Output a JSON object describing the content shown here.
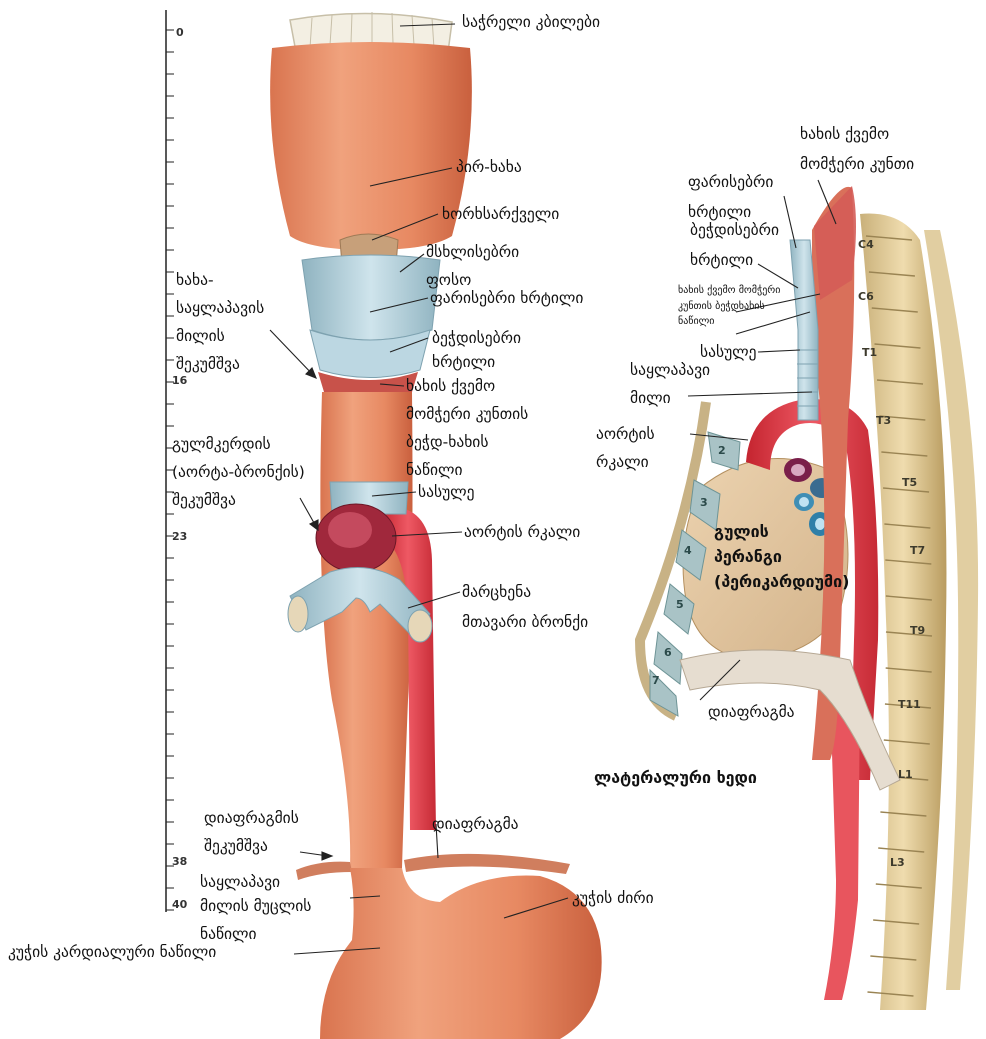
{
  "scale": {
    "ticks": [
      "0",
      "16",
      "23",
      "38",
      "40"
    ]
  },
  "labels": {
    "teeth": "საჭრელი კბილები",
    "pharynx": "პირ-ხახა",
    "epiglottis": "ხორხსარქველი",
    "hyoid_l1": "მსხლისებრი",
    "hyoid_l2": "ფოსო",
    "thyroid_cart": "ფარისებრი ხრტილი",
    "cricoid_l1": "ბეჭდისებრი",
    "cricoid_l2": "ხრტილი",
    "cric_part_l1": "ხახის ქვემო",
    "cric_part_l2": "მომჭერი კუნთის",
    "cric_part_l3": "ბეჭდ-ხახის",
    "cric_part_l4": "ნაწილი",
    "trachea": "სასულე",
    "aortic_arch": "აორტის რკალი",
    "bronchus_l1": "მარცხენა",
    "bronchus_l2": "მთავარი ბრონქი",
    "diaphragm": "დიაფრაგმა",
    "fundus": "კუჭის ძირი",
    "cardia": "კუჭის კარდიალური ნაწილი",
    "musc_l1": "საყლაპავი",
    "musc_l2": "მილის მუცლის",
    "musc_l3": "ნაწილი",
    "dia_constr_l1": "დიაფრაგმის",
    "dia_constr_l2": "შეკუმშვა",
    "phar_constr_l1": "ხახა-",
    "phar_constr_l2": "საყლაპავის",
    "phar_constr_l3": "მილის",
    "phar_constr_l4": "შეკუმშვა",
    "bronch_constr_l1": "გულმკერდის",
    "bronch_constr_l2": "(აორტა-ბრონქის)",
    "bronch_constr_l3": "შეკუმშვა"
  },
  "lateral": {
    "title": "ლატერალური ხედი",
    "lower_constr_l1": "ხახის ქვემო",
    "lower_constr_l2": "მომჭერი კუნთი",
    "thyroid_l1": "ფარისებრი",
    "thyroid_l2": "ხრტილი",
    "cricoid_l1": "ბეჭდისებრი",
    "cricoid_l2": "ხრტილი",
    "small_l1": "ხახის ქვემო მომჭერი",
    "small_l2": "კუნთის ბეჭდხახის",
    "small_l3": "ნაწილი",
    "trachea": "სასულე",
    "esoph_l1": "საყლაპავი",
    "esoph_l2": "მილი",
    "aortic_l1": "აორტის",
    "aortic_l2": "რკალი",
    "pericard_l1": "გულის",
    "pericard_l2": "პერანგი",
    "pericard_l3": "(პერიკარდიუმი)",
    "diaphragm": "დიაფრაგმა",
    "vertebrae": [
      "C4",
      "C6",
      "T1",
      "T3",
      "T5",
      "T7",
      "T9",
      "T11",
      "L1",
      "L3"
    ],
    "ribs": [
      "2",
      "3",
      "4",
      "5",
      "6",
      "7"
    ]
  }
}
